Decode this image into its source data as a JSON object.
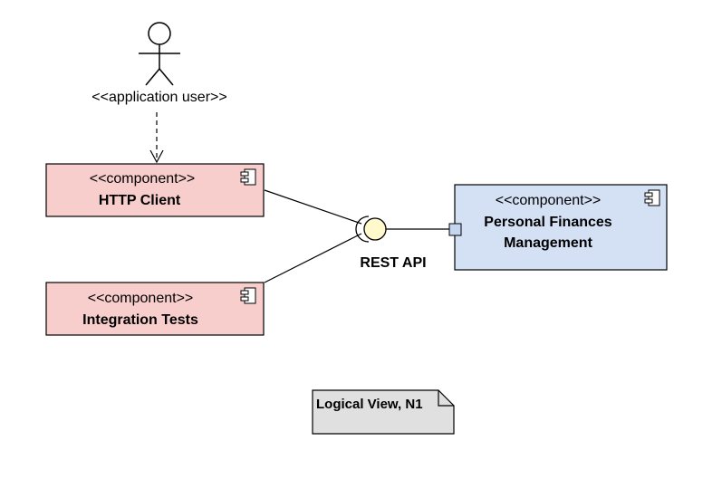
{
  "colors": {
    "component_red_fill": "#f8cecc",
    "component_blue_fill": "#d4e1f5",
    "port_fill": "#c6d6ee",
    "interface_fill": "#fff9cc",
    "note_fill": "#e0e0e0",
    "stroke": "#000000"
  },
  "actor": {
    "label": "<<application user>>",
    "icon": "stick-figure-icon"
  },
  "components": {
    "http_client": {
      "stereotype": "<<component>>",
      "name": "HTTP Client",
      "icon": "component-icon"
    },
    "integration_tests": {
      "stereotype": "<<component>>",
      "name": "Integration Tests",
      "icon": "component-icon"
    },
    "pfm": {
      "stereotype": "<<component>>",
      "name_line1": "Personal Finances",
      "name_line2": "Management",
      "icon": "component-icon"
    }
  },
  "interface": {
    "label": "REST API",
    "icon": "ball-and-socket-icon"
  },
  "note": {
    "text": "Logical View, N1"
  }
}
